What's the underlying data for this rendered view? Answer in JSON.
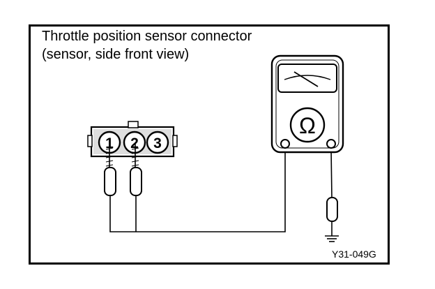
{
  "diagram": {
    "caption_line1": "Throttle position sensor connector",
    "caption_line2": "(sensor, side front view)",
    "reference_code": "Y31-049G",
    "connector": {
      "terminals": [
        {
          "number": "1",
          "probed": true
        },
        {
          "number": "2",
          "probed": true
        },
        {
          "number": "3",
          "probed": false
        }
      ]
    },
    "meter": {
      "symbol": "Ω",
      "icon": "ohmmeter-icon"
    },
    "ground_symbol": "ground-icon"
  }
}
